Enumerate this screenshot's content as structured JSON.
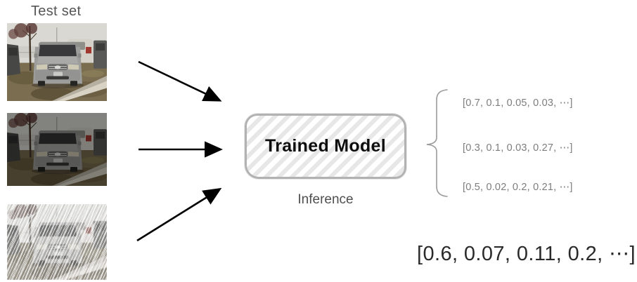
{
  "header": {
    "title": "Test set"
  },
  "test_images": [
    {
      "name": "car-photo-original",
      "variant": "normal"
    },
    {
      "name": "car-photo-dark",
      "variant": "dark"
    },
    {
      "name": "car-photo-noisy",
      "variant": "noisy"
    }
  ],
  "model": {
    "label": "Trained Model",
    "caption": "Inference"
  },
  "outputs": {
    "vectors": [
      "[0.7, 0.1, 0.05, 0.03, ⋯]",
      "[0.3, 0.1, 0.03, 0.27, ⋯]",
      "[0.5, 0.02, 0.2, 0.21, ⋯]"
    ],
    "final": "[0.6, 0.07, 0.11, 0.2, ⋯]"
  },
  "colors": {
    "arrow": "#000000",
    "brace": "#9a9a9a",
    "vector_text": "#7d7d7d",
    "final_text": "#2a2a2a",
    "model_border": "#b2b2b2",
    "model_hatch": "#e7e7e7",
    "label_gray": "#565656"
  }
}
